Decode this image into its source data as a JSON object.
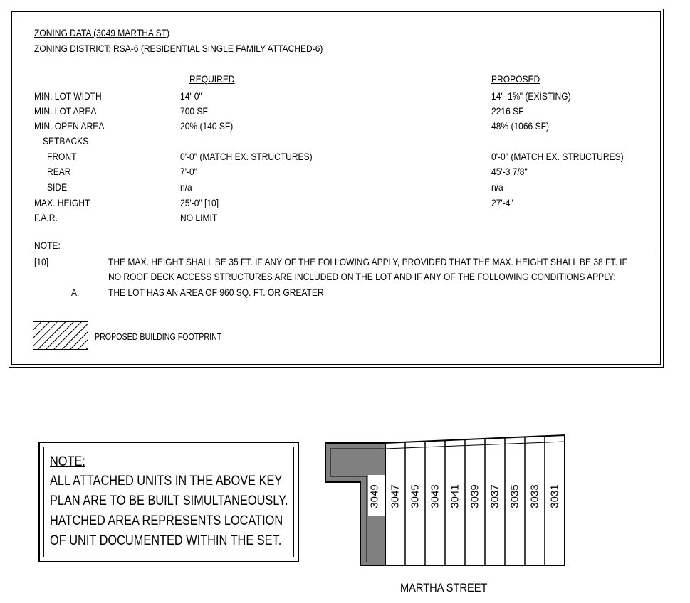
{
  "zoning": {
    "title": "ZONING DATA (3049 MARTHA ST)",
    "district": "ZONING DISTRICT:  RSA-6  (RESIDENTIAL SINGLE FAMILY ATTACHED-6)",
    "col_required": "REQUIRED",
    "col_proposed": "PROPOSED",
    "rows": [
      {
        "label": "MIN. LOT WIDTH",
        "required": "14'-0\"",
        "proposed": "14'- 1⅝\" (EXISTING)"
      },
      {
        "label": "MIN. LOT AREA",
        "required": "700 SF",
        "proposed": "2216 SF"
      },
      {
        "label": "MIN. OPEN AREA",
        "required": "20% (140 SF)",
        "proposed": "48% (1066 SF)"
      },
      {
        "label": "SETBACKS",
        "required": "",
        "proposed": ""
      },
      {
        "label": "FRONT",
        "required": "0'-0\" (MATCH EX. STRUCTURES)",
        "proposed": "0'-0\" (MATCH EX. STRUCTURES)"
      },
      {
        "label": "REAR",
        "required": "7'-0\"",
        "proposed": "45'-3 7/8\""
      },
      {
        "label": "SIDE",
        "required": "n/a",
        "proposed": "n/a"
      },
      {
        "label": "MAX. HEIGHT",
        "required": "25'-0\" [10]",
        "proposed": "27'-4\""
      },
      {
        "label": "F.A.R.",
        "required": "NO LIMIT",
        "proposed": ""
      }
    ],
    "note_label": "NOTE:",
    "note_ref": "[10]",
    "note_line1": "THE MAX. HEIGHT SHALL BE 35 FT. IF ANY OF THE FOLLOWING APPLY, PROVIDED THAT THE MAX. HEIGHT SHALL BE  38 FT. IF",
    "note_line2": "NO ROOF DECK ACCESS STRUCTURES ARE INCLUDED ON THE LOT AND IF ANY OF THE FOLLOWING CONDITIONS APPLY:",
    "note_item_letter": "A.",
    "note_item_text": "THE LOT HAS AN AREA OF 960 SQ. FT. OR GREATER",
    "legend_label": "PROPOSED BUILDING FOOTPRINT"
  },
  "key_note": {
    "heading": "NOTE:",
    "lines": [
      "ALL ATTACHED UNITS IN THE ABOVE KEY",
      "PLAN ARE TO BE BUILT SIMULTANEOUSLY.",
      "HATCHED AREA REPRESENTS LOCATION",
      "OF UNIT DOCUMENTED WITHIN THE SET."
    ]
  },
  "key_plan": {
    "units": [
      "3049",
      "3047",
      "3045",
      "3043",
      "3041",
      "3039",
      "3037",
      "3035",
      "3033",
      "3031"
    ],
    "street": "MARTHA STREET",
    "hatch_color": "#808080"
  }
}
